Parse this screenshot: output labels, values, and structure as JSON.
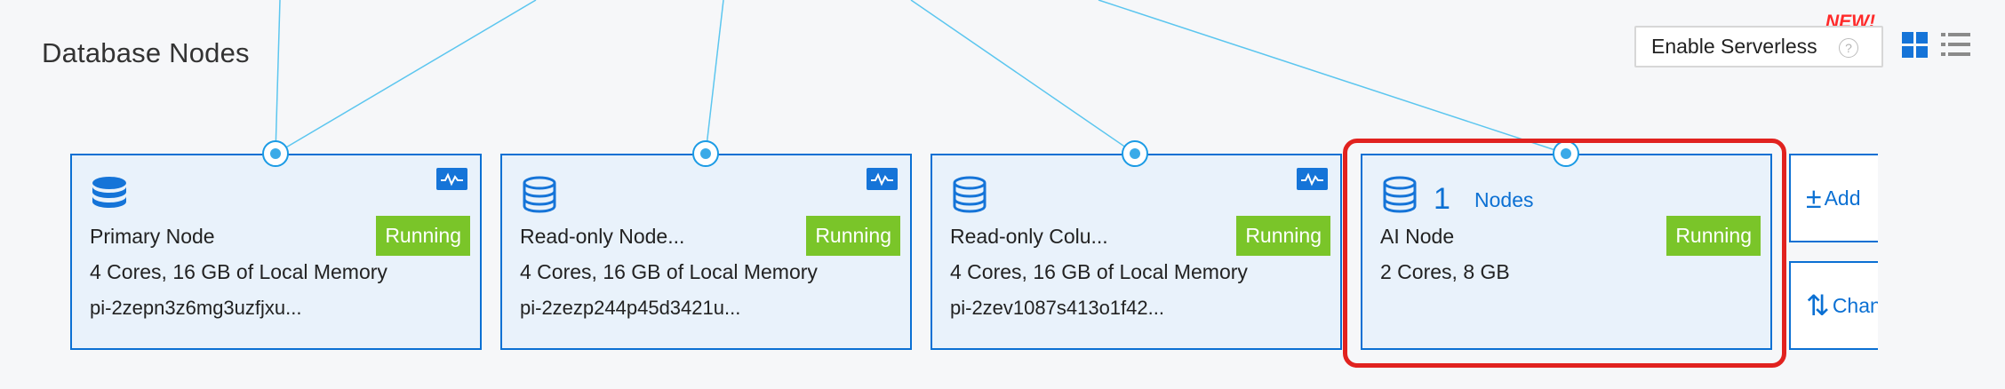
{
  "section": {
    "title": "Database Nodes"
  },
  "toolbar": {
    "enable_serverless_label": "Enable Serverless",
    "help_glyph": "?",
    "new_badge": "NEW!",
    "view_grid_icon": "grid-view-icon",
    "view_list_icon": "list-view-icon"
  },
  "nodes": [
    {
      "name": "Primary Node",
      "status": "Running",
      "spec": "4 Cores, 16 GB of Local Memory",
      "id": "pi-2zepn3z6mg3uzfjxu..."
    },
    {
      "name": "Read-only Node...",
      "status": "Running",
      "spec": "4 Cores, 16 GB of Local Memory",
      "id": "pi-2zezp244p45d3421u..."
    },
    {
      "name": "Read-only Colu...",
      "status": "Running",
      "spec": "4 Cores, 16 GB of Local Memory",
      "id": "pi-2zev1087s413o1f42..."
    },
    {
      "name": "AI Node",
      "count": "1",
      "count_label": "Nodes",
      "status": "Running",
      "spec": "2 Cores, 8 GB"
    }
  ],
  "actions": {
    "add_label": "Add",
    "add_glyph": "±",
    "change_label": "Change",
    "change_glyph": "⇅"
  },
  "colors": {
    "accent": "#0b70d3",
    "running": "#7ac529",
    "highlight": "#e1221f",
    "connector_line": "#5cc6ef",
    "new_badge": "#ff2a2a"
  }
}
